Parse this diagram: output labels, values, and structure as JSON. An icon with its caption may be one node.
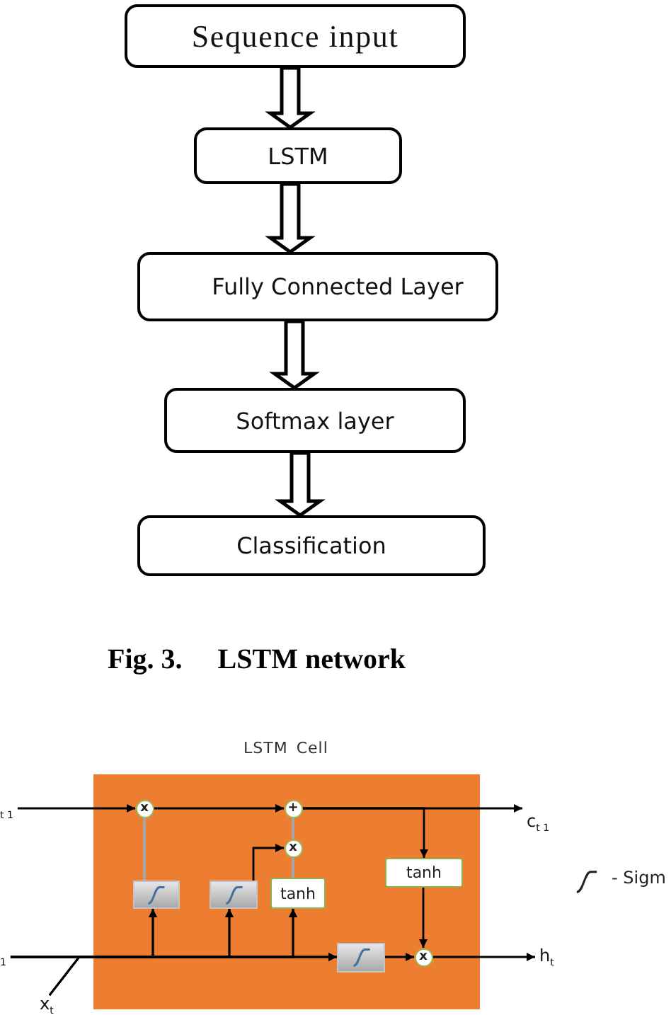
{
  "diagram": {
    "caption": "Fig. 3.     LSTM network",
    "nodes": [
      {
        "text": [
          "Sequence input"
        ]
      },
      {
        "text": [
          "LSTM"
        ]
      },
      {
        "text": [
          "Fully Connected Layer"
        ]
      },
      {
        "text": [
          "Softmax layer"
        ]
      },
      {
        "text": [
          "Classification"
        ]
      },
      {
        "text": [
          "LSTM Cell"
        ]
      },
      {
        "text": [
          "$_{t 1}$"
        ]
      },
      {
        "text": [
          "$_{1}$"
        ]
      },
      {
        "text": [
          "x$_{t}$"
        ]
      },
      {
        "text": [
          "x"
        ],
        "in": 5
      },
      {
        "text": [
          "+"
        ],
        "in": 5
      },
      {
        "text": [
          "x"
        ],
        "in": 5
      },
      {
        "text": [],
        "shape": "box",
        "in": 5
      },
      {
        "text": [],
        "shape": "box",
        "in": 5
      },
      {
        "text": [
          "tanh"
        ],
        "in": 5
      },
      {
        "text": [
          "tanh"
        ],
        "in": 5
      },
      {
        "text": [],
        "shape": "box",
        "in": 5
      },
      {
        "text": [
          "x"
        ],
        "in": 5
      },
      {
        "text": [
          "c$_{t 1}$"
        ]
      },
      {
        "text": [
          "h$_{t}$"
        ]
      }
    ],
    "edges": [
      {
        "from": 0,
        "to": 1,
        "arrow": "to",
        "style": "thick"
      },
      {
        "from": 1,
        "to": 2,
        "arrow": "to",
        "style": "thick"
      },
      {
        "from": 2,
        "to": 3,
        "arrow": "to",
        "style": "thick"
      },
      {
        "from": 3,
        "to": 4,
        "arrow": "to",
        "style": "thick"
      },
      {
        "from": 6,
        "to": 9,
        "arrow": "to"
      },
      {
        "from": 9,
        "to": 10,
        "arrow": "to"
      },
      {
        "from": 10,
        "to": 18,
        "arrow": "to"
      },
      {
        "from": 10,
        "to": 15,
        "arrow": "to"
      },
      {
        "from": 12,
        "to": 9,
        "arrow": "none",
        "color": "#a6a6a6"
      },
      {
        "from": 14,
        "to": 11,
        "arrow": "none",
        "color": "#a6a6a6"
      },
      {
        "from": 11,
        "to": 10,
        "arrow": "none",
        "color": "#a6a6a6"
      },
      {
        "from": 13,
        "to": 11,
        "arrow": "to"
      },
      {
        "from": 7,
        "to": 12,
        "arrow": "to"
      },
      {
        "from": 7,
        "to": 13,
        "arrow": "to"
      },
      {
        "from": 7,
        "to": 14,
        "arrow": "to"
      },
      {
        "from": 7,
        "to": 16,
        "arrow": "to"
      },
      {
        "from": 8,
        "to": 12,
        "arrow": "to"
      },
      {
        "from": 8,
        "to": 13,
        "arrow": "to"
      },
      {
        "from": 8,
        "to": 14,
        "arrow": "to"
      },
      {
        "from": 8,
        "to": 16,
        "arrow": "to"
      },
      {
        "from": 15,
        "to": 17,
        "arrow": "to"
      },
      {
        "from": 16,
        "to": 17,
        "arrow": "to"
      },
      {
        "from": 17,
        "to": 19,
        "arrow": "to"
      }
    ],
    "legend": [
      {
        "text": "- Sigm"
      }
    ]
  }
}
